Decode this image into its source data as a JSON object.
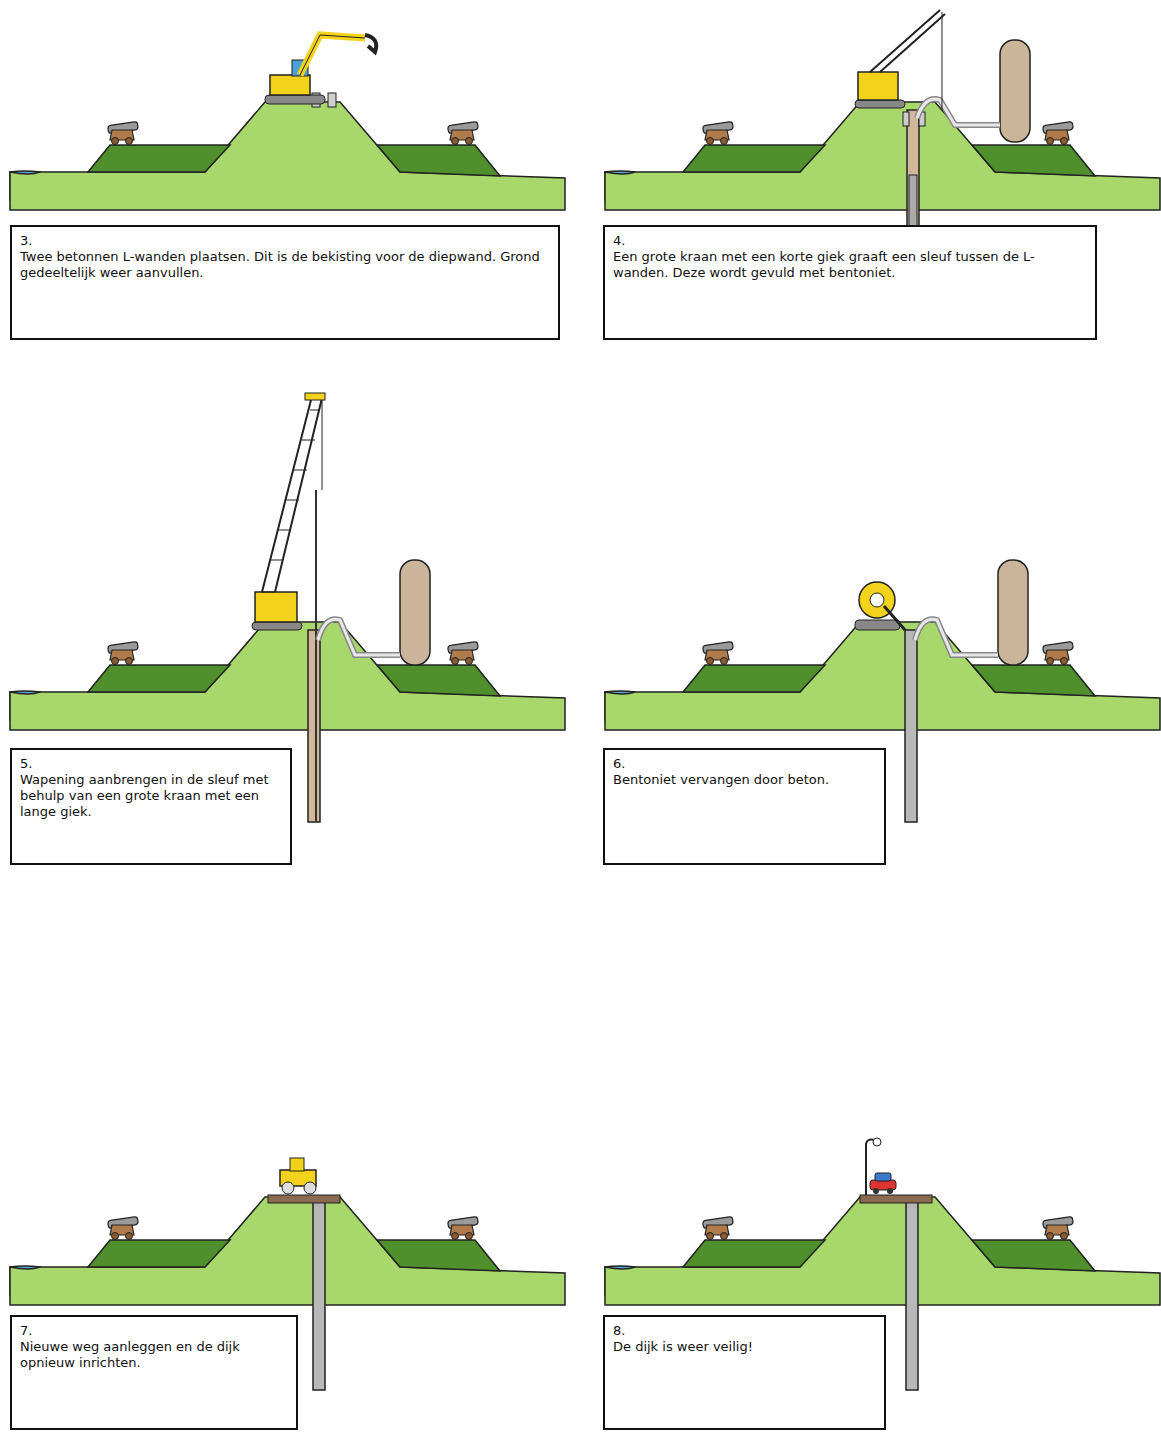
{
  "diagram": {
    "nodes": [
      {
        "text": [
          "3.",
          "Twee betonnen L-wanden plaatsen. Dit is de bekisting voor de diepwand. Grond gedeeltelijk weer aanvullen."
        ]
      },
      {
        "text": [
          "4.",
          "Een grote kraan met een korte giek graaft een sleuf tussen de L-wanden. Deze wordt gevuld met bentoniet."
        ]
      },
      {
        "text": [
          "5.",
          "Wapening aanbrengen in de sleuf met behulp van een grote kraan met een lange giek."
        ]
      },
      {
        "text": [
          "6.",
          "Bentoniet vervangen door beton."
        ]
      },
      {
        "text": [
          "7.",
          "Nieuwe weg aanleggen en de dijk opnieuw inrichten."
        ]
      },
      {
        "text": [
          "8.",
          "De dijk is weer veilig!"
        ]
      }
    ]
  }
}
